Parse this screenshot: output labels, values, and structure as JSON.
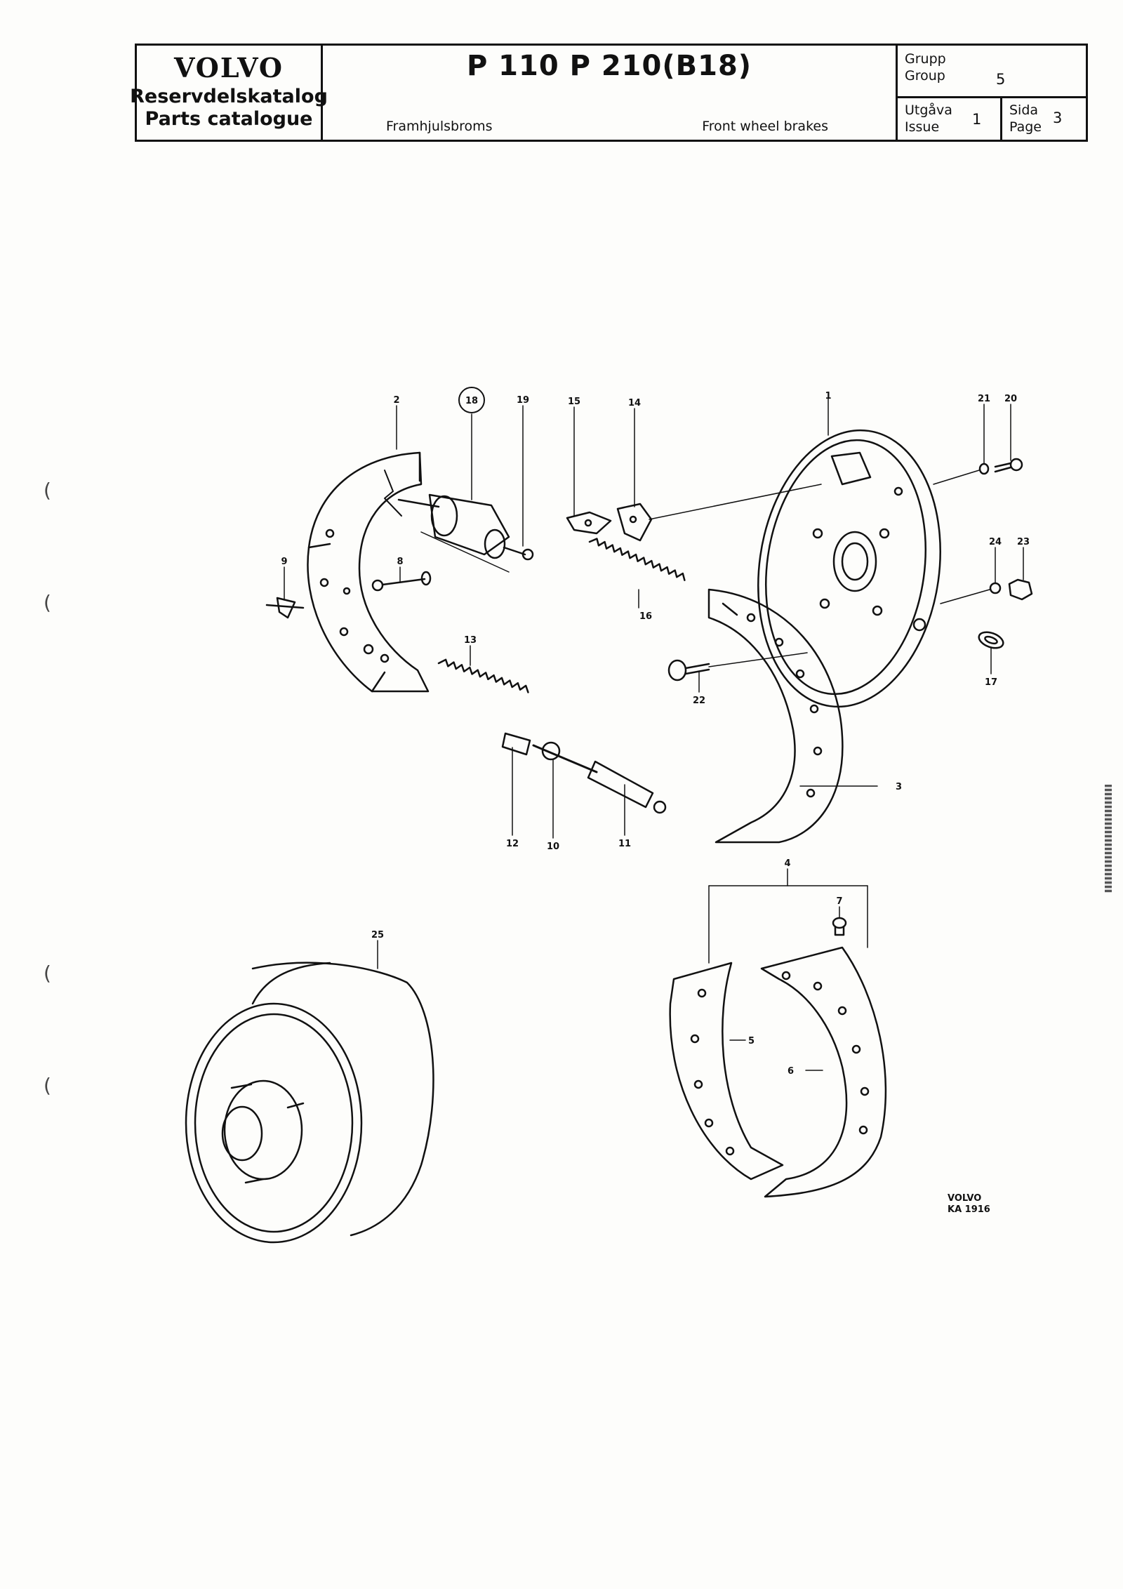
{
  "header": {
    "brand": "VOLVO",
    "catalog_sv": "Reservdelskatalog",
    "catalog_en": "Parts catalogue",
    "model": "P 110   P 210(B18)",
    "subtitle_sv": "Framhjulsbroms",
    "subtitle_en": "Front wheel brakes",
    "group_label_sv": "Grupp",
    "group_label_en": "Group",
    "group_value": "5",
    "issue_label_sv": "Utgåva",
    "issue_label_en": "Issue",
    "issue_value": "1",
    "page_label_sv": "Sida",
    "page_label_en": "Page",
    "page_value": "3"
  },
  "callouts": {
    "c1": "1",
    "c2": "2",
    "c3": "3",
    "c4": "4",
    "c5": "5",
    "c6": "6",
    "c7": "7",
    "c8": "8",
    "c9": "9",
    "c10": "10",
    "c11": "11",
    "c12": "12",
    "c13": "13",
    "c14": "14",
    "c15": "15",
    "c16": "16",
    "c17": "17",
    "c18": "18",
    "c19": "19",
    "c20": "20",
    "c21": "21",
    "c22": "22",
    "c23": "23",
    "c24": "24",
    "c25": "25"
  },
  "stamp": {
    "line1": "VOLVO",
    "line2": "KA 1916"
  },
  "margin_marks": [
    "(",
    "(",
    "(",
    "("
  ]
}
